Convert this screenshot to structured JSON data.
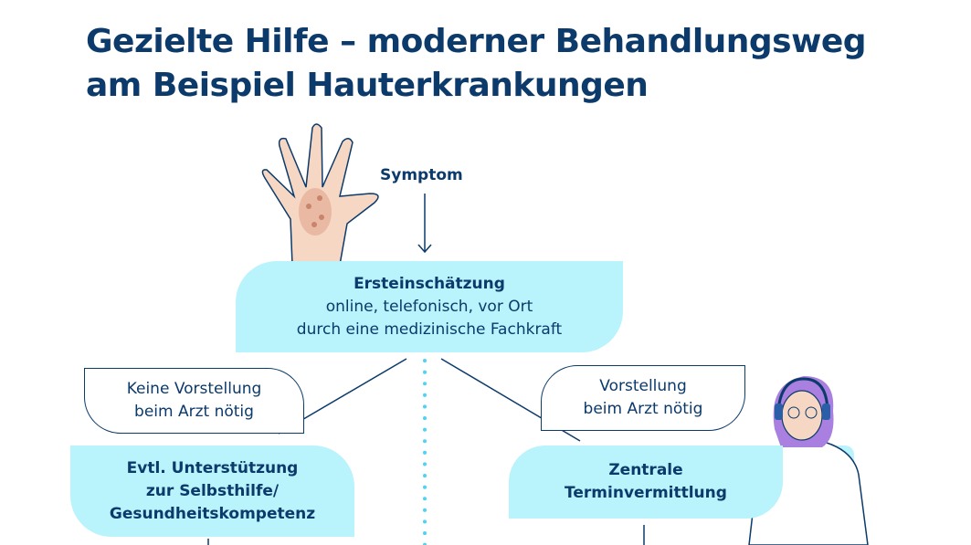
{
  "title": {
    "line1": "Gezielte Hilfe – moderner Behandlungsweg",
    "line2": "am Beispiel Hauterkrankungen"
  },
  "symptom": "Symptom",
  "ersteinschaetzung": {
    "heading": "Ersteinschätzung",
    "line1": "online, telefonisch, vor Ort",
    "line2": "durch eine medizinische Fachkraft"
  },
  "left_label": {
    "line1": "Keine Vorstellung",
    "line2": "beim Arzt nötig"
  },
  "right_label": {
    "line1": "Vorstellung",
    "line2": "beim Arzt nötig"
  },
  "left_box": {
    "line1": "Evtl. Unterstützung",
    "line2": "zur Selbsthilfe/",
    "line3": "Gesundheitskompetenz"
  },
  "right_box": {
    "line1": "Zentrale",
    "line2": "Terminvermittlung"
  },
  "colors": {
    "navy": "#0b3a6b",
    "cyan": "#b9f3fc",
    "dots": "#4fd3f5"
  }
}
